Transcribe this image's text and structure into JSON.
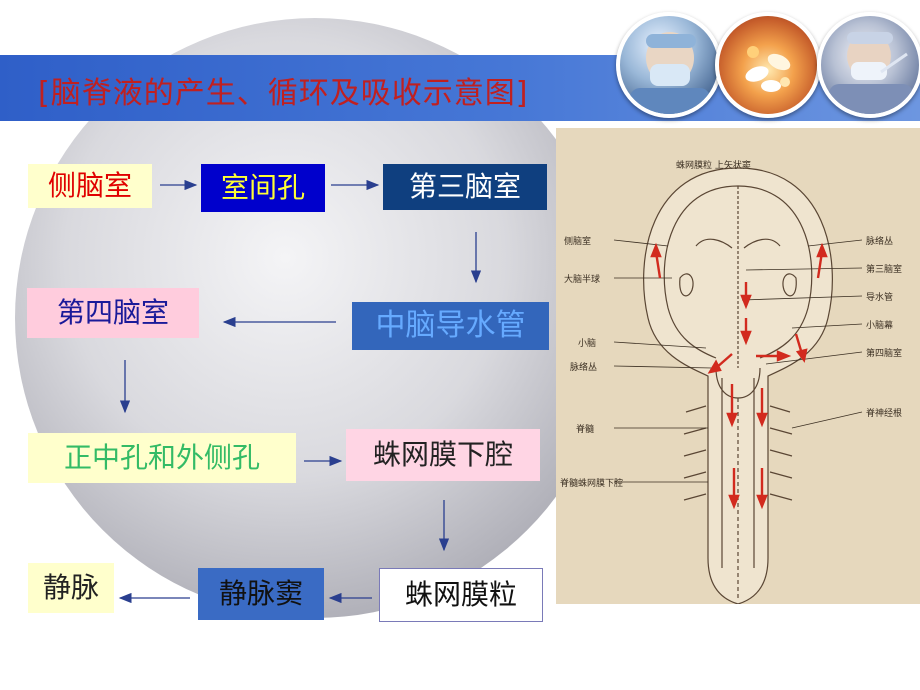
{
  "title": "[脑脊液的产生、循环及吸收示意图]",
  "flow": {
    "lateral_ventricle": "侧脑室",
    "interventricular_foramen": "室间孔",
    "third_ventricle": "第三脑室",
    "cerebral_aqueduct": "中脑导水管",
    "fourth_ventricle": "第四脑室",
    "median_lateral_apertures": "正中孔和外侧孔",
    "subarachnoid_space": "蛛网膜下腔",
    "arachnoid_granulations": "蛛网膜粒",
    "venous_sinus": "静脉窦",
    "vein": "静脉"
  },
  "illustration": {
    "top_label": "蛛网膜粒 上矢状窦",
    "left_labels": [
      "侧脑室",
      "大脑半球",
      "小脑",
      "脉络丛",
      "脊髓",
      "脊髓蛛网膜下腔"
    ],
    "right_labels": [
      "脉络丛",
      "第三脑室",
      "导水管",
      "小脑幕",
      "第四脑室",
      "脊神经根"
    ]
  },
  "colors": {
    "title_bar": "#3f6fd2",
    "title_text": "#c02020",
    "arrow": "#2a3f8f",
    "flow_arrow_red": "#d22a1e"
  },
  "icons": [
    "surgeon-photo",
    "pills-photo",
    "doctor-photo"
  ]
}
